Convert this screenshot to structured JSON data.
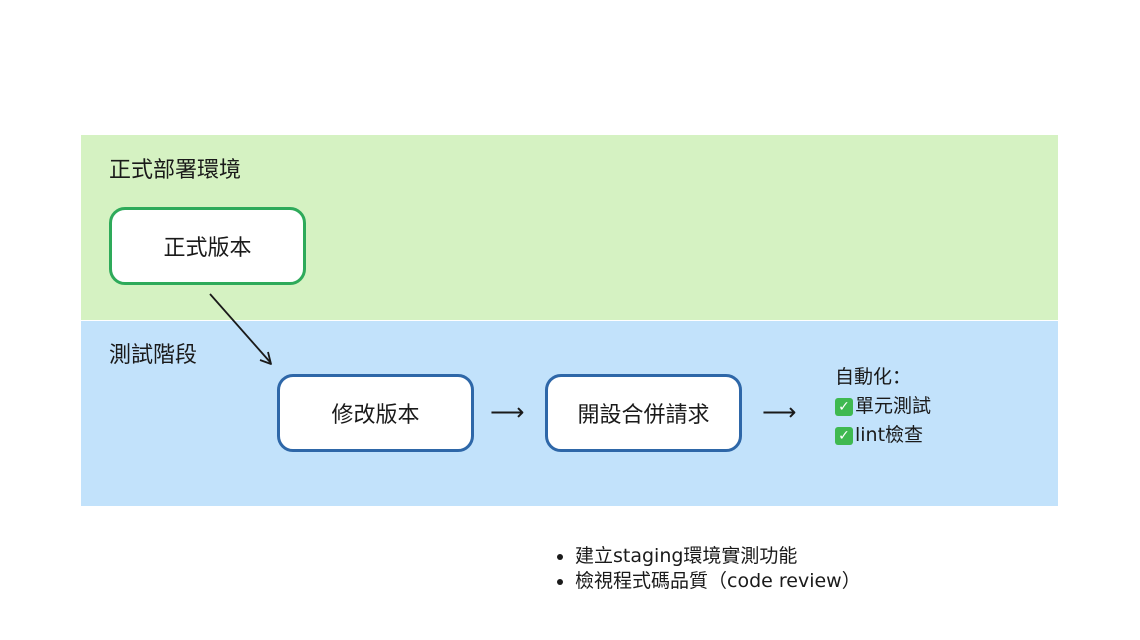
{
  "colors": {
    "prod_band": "#d5f2c2",
    "test_band": "#c2e2fb",
    "prod_node_border": "#2eaa5a",
    "test_node_border": "#2e67a8",
    "check_green": "#3fb950",
    "text": "#1a1a1a"
  },
  "lanes": {
    "production": {
      "title": "正式部署環境"
    },
    "testing": {
      "title": "測試階段"
    }
  },
  "nodes": {
    "release": {
      "label": "正式版本"
    },
    "modify": {
      "label": "修改版本"
    },
    "merge_request": {
      "label": "開設合併請求"
    }
  },
  "connectors": {
    "modify_to_mr": "⟶",
    "mr_to_auto": "⟶"
  },
  "automation": {
    "heading": "自動化：",
    "items": [
      {
        "icon": "check-mark-icon",
        "label": "單元測試"
      },
      {
        "icon": "check-mark-icon",
        "label": "lint檢查"
      }
    ]
  },
  "notes": [
    "建立staging環境實測功能",
    "檢視程式碼品質（code review）"
  ]
}
